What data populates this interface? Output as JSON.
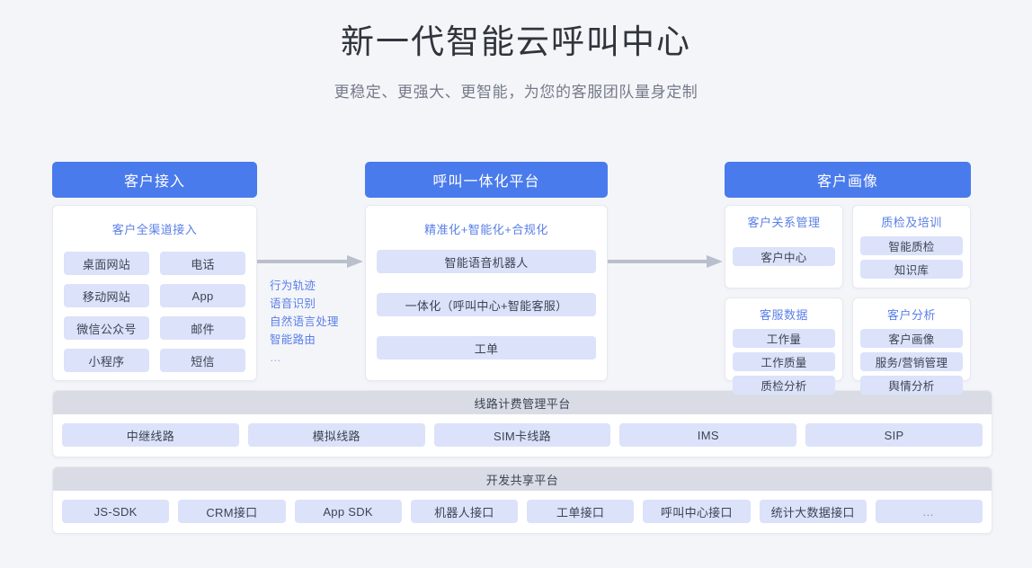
{
  "hero": {
    "title": "新一代智能云呼叫中心",
    "subtitle": "更稳定、更强大、更智能，为您的客服团队量身定制"
  },
  "colors": {
    "page_background": "#f4f5f9",
    "header_blue": "#4a7bec",
    "chip_background": "#dbe2fa",
    "accent_text_blue": "#5a7fe8",
    "band_header_gray": "#d9dce5",
    "arrow_gray": "#b9bfcc"
  },
  "columns": {
    "access": {
      "head": "客户接入",
      "panel_title": "客户全渠道接入",
      "chips": [
        "桌面网站",
        "电话",
        "移动网站",
        "App",
        "微信公众号",
        "邮件",
        "小程序",
        "短信"
      ]
    },
    "connector_left": {
      "icon": "arrow-right-icon",
      "items": [
        "行为轨迹",
        "语音识别",
        "自然语言处理",
        "智能路由",
        "…"
      ]
    },
    "platform": {
      "head": "呼叫一体化平台",
      "panel_title": "精准化+智能化+合规化",
      "chips": [
        "智能语音机器人",
        "一体化（呼叫中心+智能客服）",
        "工单"
      ]
    },
    "connector_right": {
      "icon": "arrow-right-icon"
    },
    "profile": {
      "head": "客户画像",
      "panels": [
        {
          "title": "客户关系管理",
          "chips": [
            "客户中心"
          ]
        },
        {
          "title": "质检及培训",
          "chips": [
            "智能质检",
            "知识库"
          ]
        },
        {
          "title": "客服数据",
          "chips": [
            "工作量",
            "工作质量",
            "质检分析"
          ]
        },
        {
          "title": "客户分析",
          "chips": [
            "客户画像",
            "服务/营销管理",
            "舆情分析"
          ]
        }
      ]
    }
  },
  "bands": [
    {
      "title": "线路计费管理平台",
      "chips": [
        "中继线路",
        "模拟线路",
        "SIM卡线路",
        "IMS",
        "SIP"
      ]
    },
    {
      "title": "开发共享平台",
      "chips": [
        "JS-SDK",
        "CRM接口",
        "App SDK",
        "机器人接口",
        "工单接口",
        "呼叫中心接口",
        "统计大数据接口",
        "…"
      ]
    }
  ]
}
